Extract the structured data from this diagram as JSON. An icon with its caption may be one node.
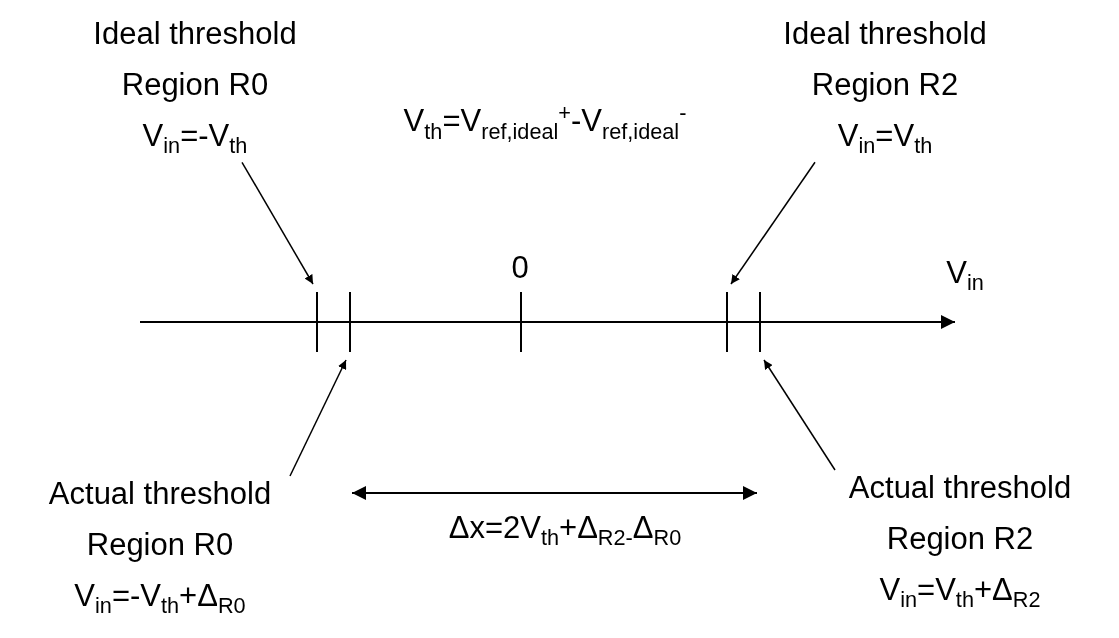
{
  "diagram": {
    "nodes": [
      {
        "text": [
          "Ideal threshold Region R0",
          "V$_{in}$=-V$_{th}$"
        ]
      },
      {
        "text": [
          "Ideal threshold Region R2",
          "V$_{in}$=V$_{th}$"
        ]
      },
      {
        "text": [],
        "shape": "bar"
      },
      {
        "text": [],
        "shape": "bar"
      },
      {
        "text": [],
        "shape": "bar"
      },
      {
        "text": [],
        "shape": "bar"
      },
      {
        "text": [
          "Actual threshold Region R0",
          "V$_{in}$=-V$_{th}$+Δ$_{R0}$"
        ]
      },
      {
        "text": [
          "Actual threshold Region R2",
          "V$_{in}$=V$_{th}$+Δ$_{R2}$"
        ]
      }
    ],
    "edges": [
      {
        "from": 0,
        "to": 2,
        "arrow": "to"
      },
      {
        "from": 1,
        "to": 4,
        "arrow": "to"
      },
      {
        "from": 6,
        "to": 3,
        "arrow": "to"
      },
      {
        "from": 7,
        "to": 5,
        "arrow": "to"
      }
    ],
    "labels": [
      "V$_{th}$=V$_{ref,ideal}$$^{+}$-V$_{ref,ideal}$$^{-}$",
      "0",
      "V$_{in}$",
      "Δx=2V$_{th}$+Δ$_{R2-}$Δ$_{R0}$"
    ]
  }
}
